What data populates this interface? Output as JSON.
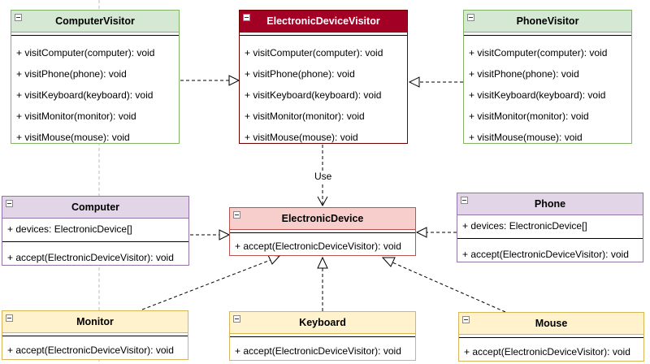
{
  "classes": {
    "computer_visitor": {
      "name": "ComputerVisitor",
      "methods": [
        "+ visitComputer(computer): void",
        "+ visitPhone(phone): void",
        "+ visitKeyboard(keyboard): void",
        "+ visitMonitor(monitor): void",
        "+ visitMouse(mouse): void"
      ]
    },
    "electronic_device_visitor": {
      "name": "ElectronicDeviceVisitor",
      "methods": [
        "+ visitComputer(computer): void",
        "+ visitPhone(phone): void",
        "+ visitKeyboard(keyboard): void",
        "+ visitMonitor(monitor): void",
        "+ visitMouse(mouse): void"
      ]
    },
    "phone_visitor": {
      "name": "PhoneVisitor",
      "methods": [
        "+ visitComputer(computer): void",
        "+ visitPhone(phone): void",
        "+ visitKeyboard(keyboard): void",
        "+ visitMonitor(monitor): void",
        "+ visitMouse(mouse): void"
      ]
    },
    "computer": {
      "name": "Computer",
      "attributes": [
        "+ devices: ElectronicDevice[]"
      ],
      "methods": [
        "+ accept(ElectronicDeviceVisitor): void"
      ]
    },
    "electronic_device": {
      "name": "ElectronicDevice",
      "methods": [
        "+ accept(ElectronicDeviceVisitor): void"
      ]
    },
    "phone": {
      "name": "Phone",
      "attributes": [
        "+ devices: ElectronicDevice[]"
      ],
      "methods": [
        "+ accept(ElectronicDeviceVisitor): void"
      ]
    },
    "monitor": {
      "name": "Monitor",
      "methods": [
        "+ accept(ElectronicDeviceVisitor): void"
      ]
    },
    "keyboard": {
      "name": "Keyboard",
      "methods": [
        "+ accept(ElectronicDeviceVisitor): void"
      ]
    },
    "mouse": {
      "name": "Mouse",
      "methods": [
        "+ accept(ElectronicDeviceVisitor): void"
      ]
    }
  },
  "relations": {
    "use_label": "Use"
  },
  "colors": {
    "green_fill": "#d5e8d4",
    "green_stroke": "#82b366",
    "red_fill": "#a20025",
    "red_stroke": "#6f0000",
    "purple_fill": "#e1d5e7",
    "purple_stroke": "#9673a6",
    "pink_fill": "#f8cecc",
    "pink_stroke": "#b85450",
    "yellow_fill": "#fff2cc",
    "yellow_stroke": "#d6b656"
  }
}
